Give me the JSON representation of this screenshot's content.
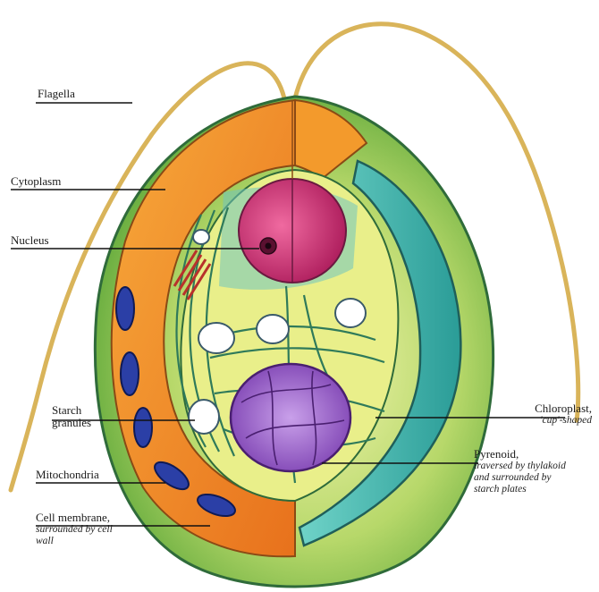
{
  "labels": {
    "flagella": "Flagella",
    "cytoplasm": "Cytoplasm",
    "nucleus": "Nucleus",
    "starch_title": "Starch",
    "starch_sub": "granules",
    "mitochondria": "Mitochondria",
    "membrane_title": "Cell membrane,",
    "membrane_sub1": "surrounded by cell",
    "membrane_sub2": "wall",
    "chloroplast_title": "Chloroplast,",
    "chloroplast_sub": "'cup'-shaped",
    "pyrenoid_title": "Pyrenoid,",
    "pyrenoid_sub1": "traversed by thylakoid",
    "pyrenoid_sub2": "and surrounded by",
    "pyrenoid_sub3": "starch plates"
  },
  "colors": {
    "wall_green": "#7fbf3a",
    "cytoplasm_orange": "#f08a24",
    "chloroplast_teal": "#3fb7b0",
    "inner_yellow": "#e9ef8a",
    "nucleus_magenta": "#d8307a",
    "pyrenoid_purple": "#9a5cc8",
    "mitochondria_blue": "#2b3fa6",
    "flagella_gold": "#d9b45a"
  }
}
